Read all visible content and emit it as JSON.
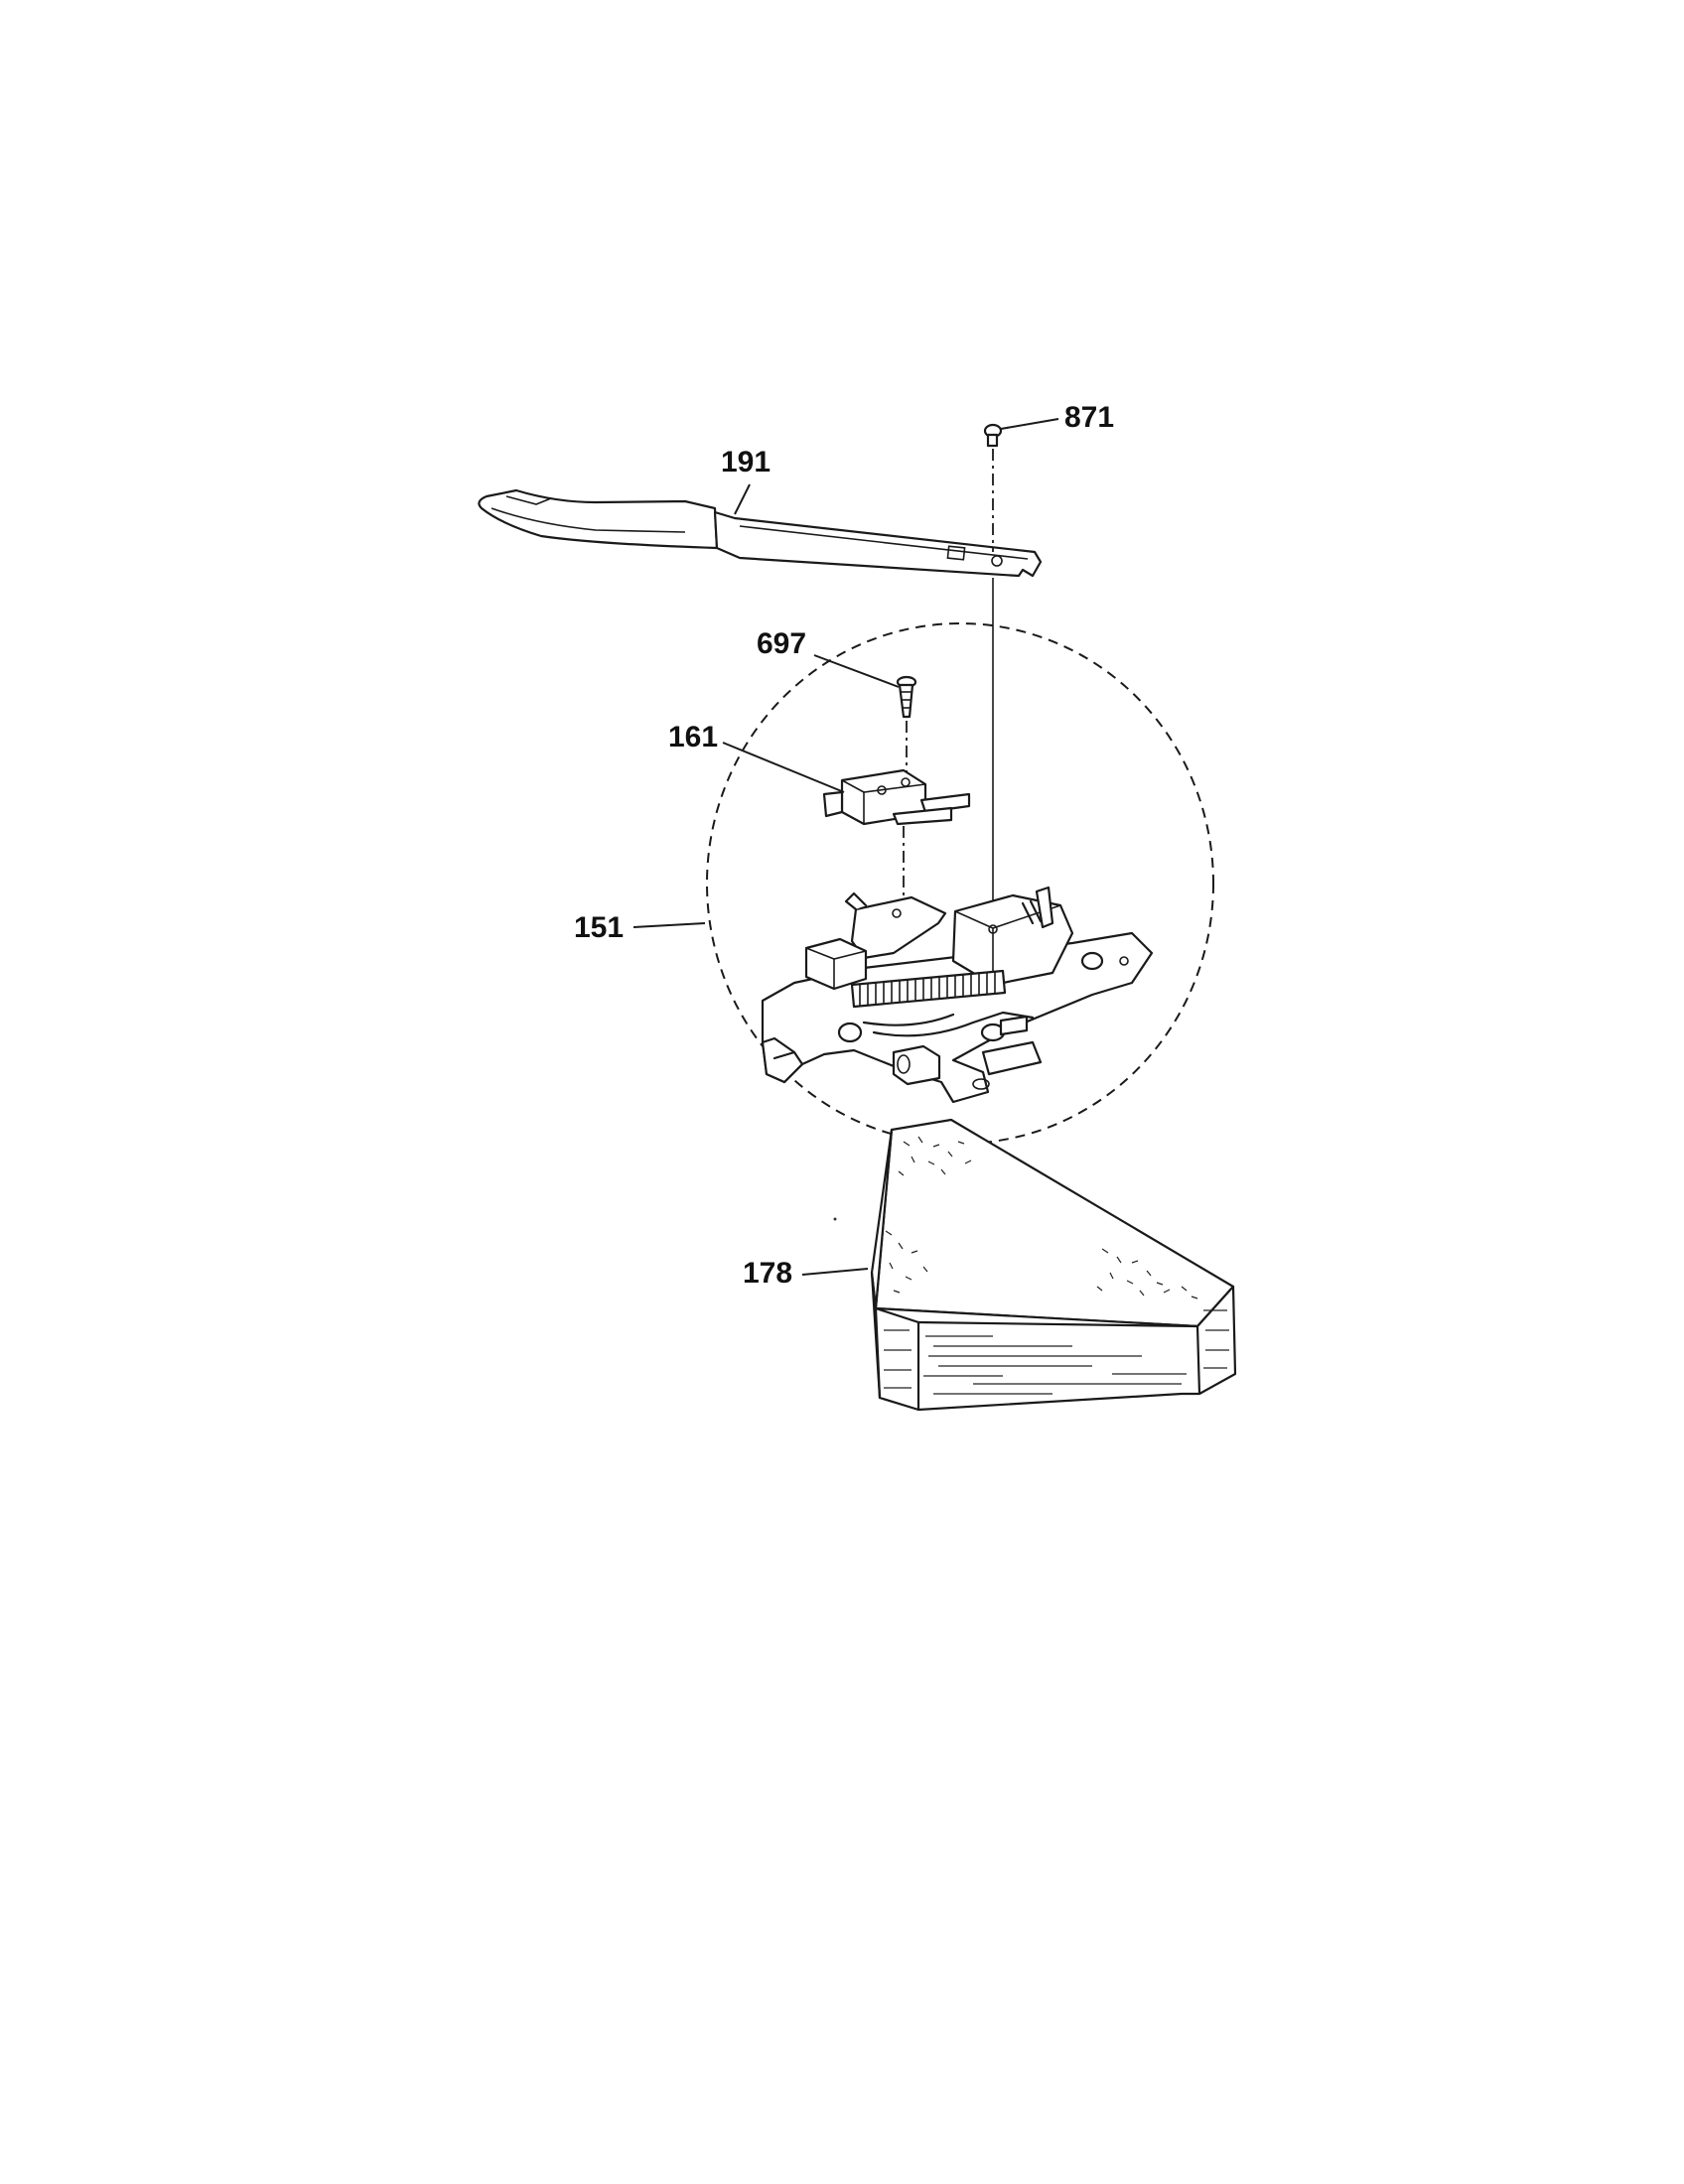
{
  "diagram": {
    "callouts": [
      {
        "id": "871",
        "label": "871"
      },
      {
        "id": "191",
        "label": "191"
      },
      {
        "id": "697",
        "label": "697"
      },
      {
        "id": "161",
        "label": "161"
      },
      {
        "id": "151",
        "label": "151"
      },
      {
        "id": "178",
        "label": "178"
      }
    ]
  }
}
